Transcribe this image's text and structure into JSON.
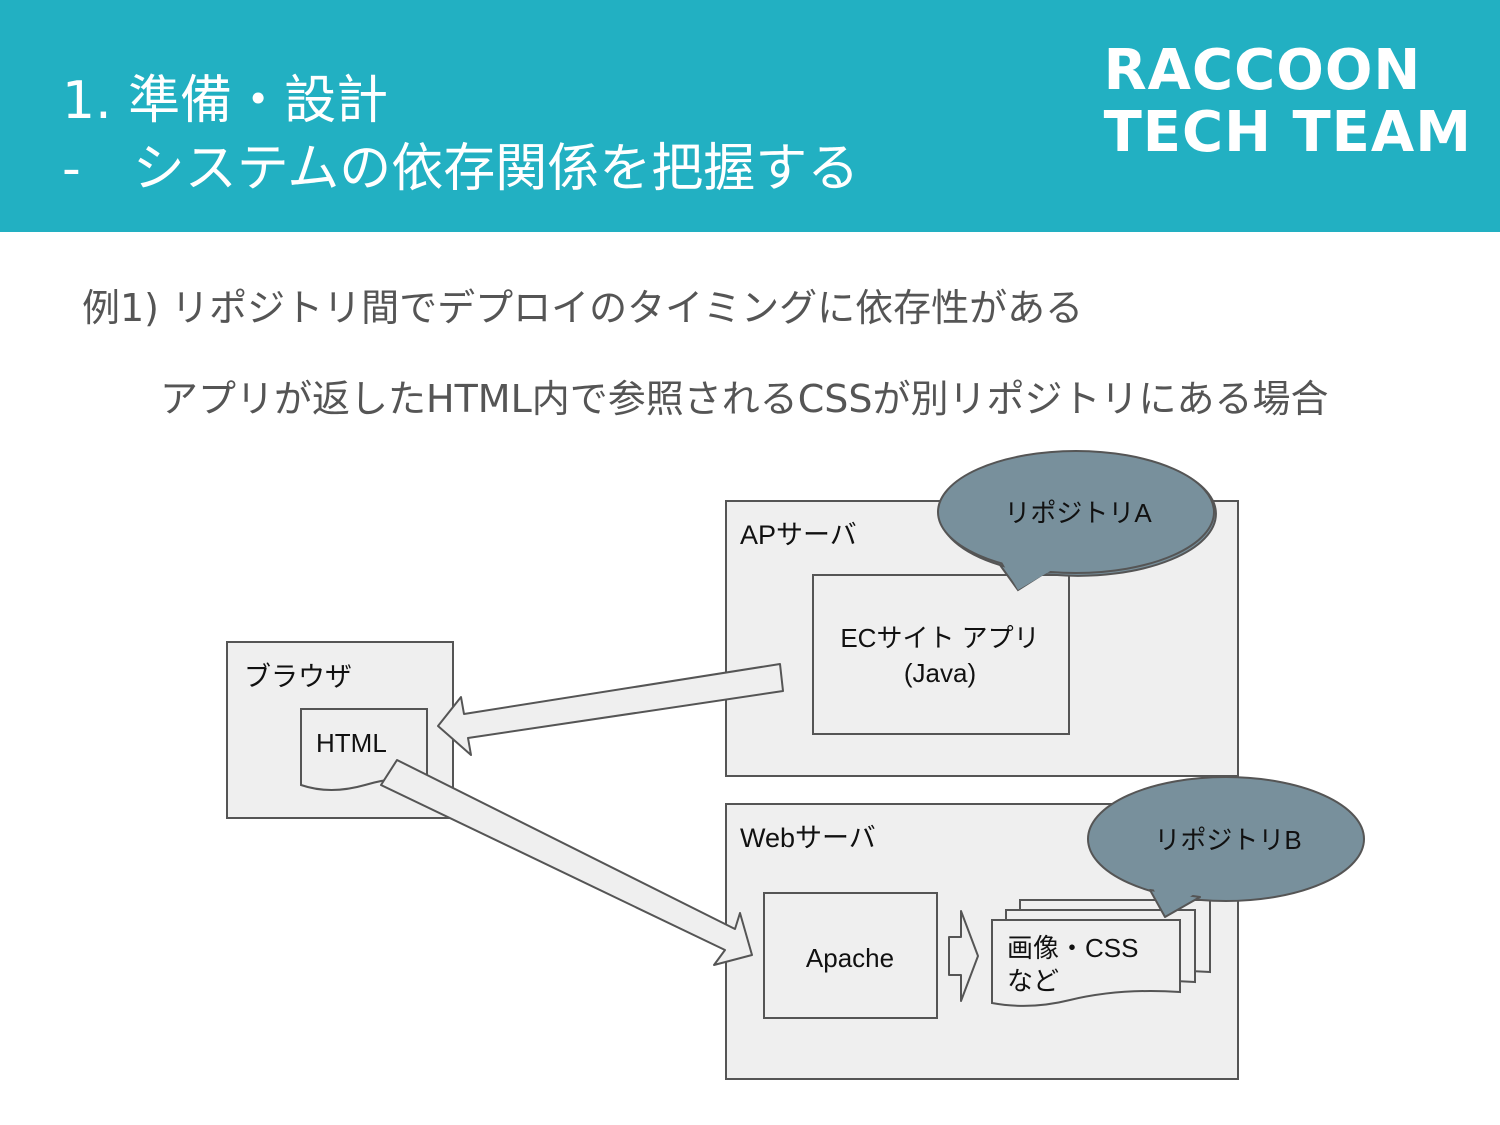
{
  "header": {
    "title_line1": "1. 準備・設計",
    "title_line2": "-　システムの依存関係を把握する",
    "logo_line1": "RACCOON",
    "logo_line2": "TECH TEAM"
  },
  "content": {
    "example": "例1) リポジトリ間でデプロイのタイミングに依存性がある",
    "description": "アプリが返したHTML内で参照されるCSSが別リポジトリにある場合"
  },
  "diagram": {
    "ap_server_label": "APサーバ",
    "ec_app_line1": "ECサイト アプリ",
    "ec_app_line2": "(Java)",
    "repo_a_label": "リポジトリA",
    "browser_label": "ブラウザ",
    "html_label": "HTML",
    "web_server_label": "Webサーバ",
    "repo_b_label": "リポジトリB",
    "apache_label": "Apache",
    "assets_line1": "画像・CSS",
    "assets_line2": "など",
    "colors": {
      "header_bg": "#22b0c2",
      "box_fill": "#efefef",
      "box_stroke": "#555555",
      "bubble_fill": "#78909c"
    }
  }
}
